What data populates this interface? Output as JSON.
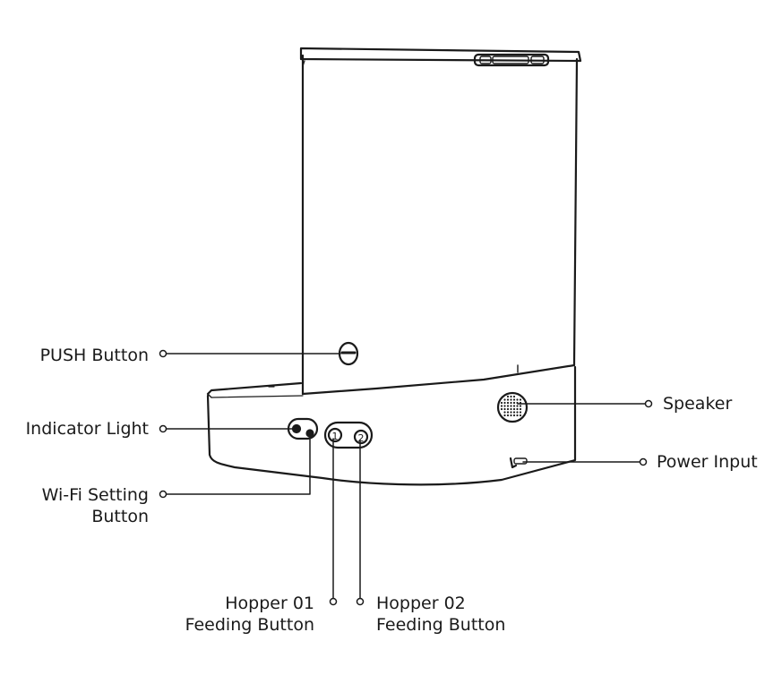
{
  "labels": {
    "push_button": "PUSH Button",
    "indicator_light": "Indicator Light",
    "wifi_setting_line1": "Wi-Fi Setting",
    "wifi_setting_line2": "Button",
    "speaker": "Speaker",
    "power_input": "Power Input",
    "hopper01_line1": "Hopper 01",
    "hopper01_line2": "Feeding Button",
    "hopper02_line1": "Hopper 02",
    "hopper02_line2": "Feeding Button"
  },
  "button_numbers": {
    "hopper01": "1",
    "hopper02": "2"
  },
  "colors": {
    "line": "#1a1a1a",
    "background": "#ffffff"
  }
}
